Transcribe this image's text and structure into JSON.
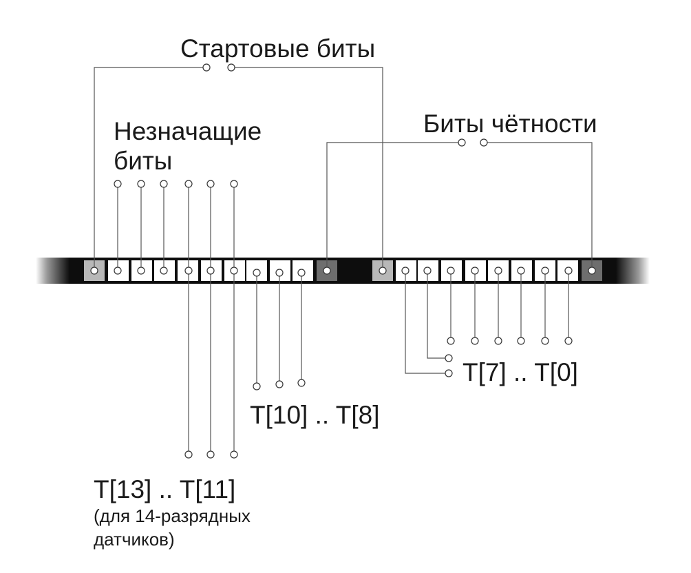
{
  "labels": {
    "start_bits": "Стартовые биты",
    "insignificant_line1": "Незначащие",
    "insignificant_line2": "биты",
    "parity_bits": "Биты чётности",
    "t10_t8": "T[10] .. T[8]",
    "t7_t0": "T[7] .. T[0]",
    "t13_t11": "T[13] .. T[11]",
    "note_line1": "(для 14-разрядных",
    "note_line2": "датчиков)"
  },
  "frame": {
    "groups": [
      {
        "name": "first-word",
        "cells": [
          "start",
          "zero",
          "zero",
          "zero",
          "data",
          "data",
          "data",
          "data",
          "data",
          "data",
          "parity"
        ]
      },
      {
        "name": "second-word",
        "cells": [
          "start",
          "data",
          "data",
          "data",
          "data",
          "data",
          "data",
          "data",
          "data",
          "parity"
        ]
      }
    ]
  },
  "colors": {
    "bar": "#0d0d0d",
    "cell_white": "#ffffff",
    "start_cell": "#b8b8b8",
    "parity_cell": "#6e6e6e",
    "wire": "#555555",
    "text": "#1a1a1a"
  }
}
